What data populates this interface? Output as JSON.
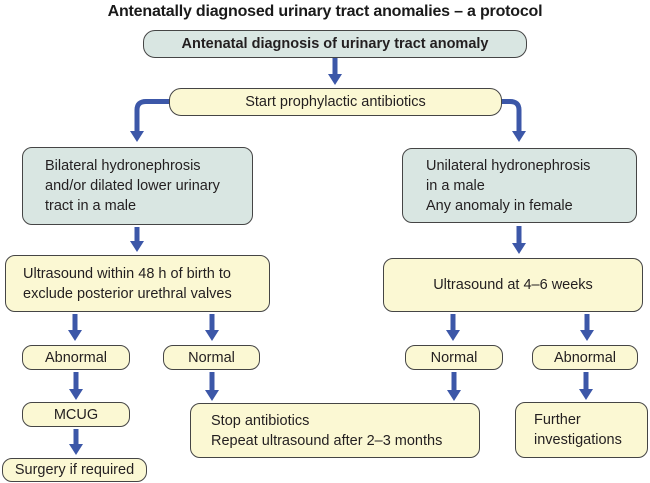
{
  "title": "Antenatally diagnosed urinary tract anomalies – a protocol",
  "colors": {
    "teal_box": "#d9e6e2",
    "yellow_box": "#fbf8d3",
    "border_col": "#454545",
    "arrow": "#3c57a8",
    "text_col": "#231f20"
  },
  "nodes": {
    "antenatal_diagnosis": {
      "label": "Antenatal diagnosis of urinary tract anomaly"
    },
    "start_antibiotics": {
      "label": "Start prophylactic antibiotics"
    },
    "bilateral_hydronephrosis": {
      "label": "Bilateral hydronephrosis\nand/or dilated lower urinary\ntract in a male"
    },
    "unilateral_hydronephrosis": {
      "label": "Unilateral hydronephrosis\nin a male\nAny anomaly in female"
    },
    "ultrasound_48h": {
      "label": "Ultrasound within 48 h of birth to\nexclude posterior urethral valves"
    },
    "ultrasound_4_6_weeks": {
      "label": "Ultrasound at 4–6 weeks"
    },
    "abnormal_left": {
      "label": "Abnormal"
    },
    "normal_left": {
      "label": "Normal"
    },
    "normal_right": {
      "label": "Normal"
    },
    "abnormal_right": {
      "label": "Abnormal"
    },
    "mcug": {
      "label": "MCUG"
    },
    "stop_antibiotics": {
      "label": "Stop antibiotics\nRepeat ultrasound after 2–3 months"
    },
    "further_investigations": {
      "label": "Further\ninvestigations"
    },
    "surgery_if_required": {
      "label": "Surgery if required"
    }
  }
}
